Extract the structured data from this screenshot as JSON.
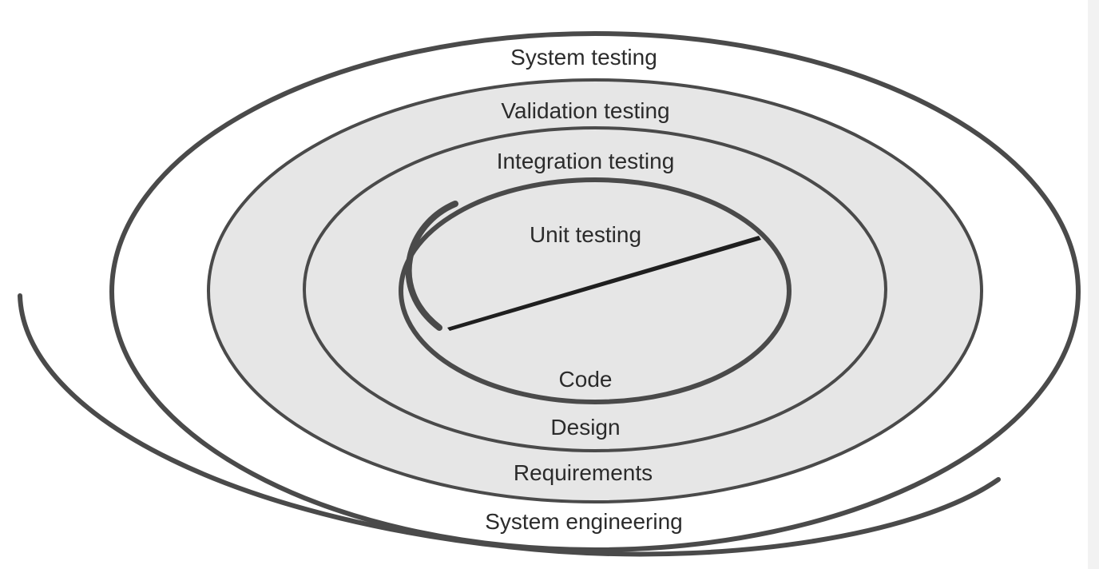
{
  "diagram": {
    "labels": {
      "system_testing": "System testing",
      "validation_testing": "Validation testing",
      "integration_testing": "Integration testing",
      "unit_testing": "Unit testing",
      "code": "Code",
      "design": "Design",
      "requirements": "Requirements",
      "system_engineering": "System engineering"
    },
    "colors": {
      "stroke": "#4a4a4a",
      "band_fill": "#e6e6e6",
      "background": "#ffffff",
      "pointer": "#1f1f1f"
    }
  }
}
